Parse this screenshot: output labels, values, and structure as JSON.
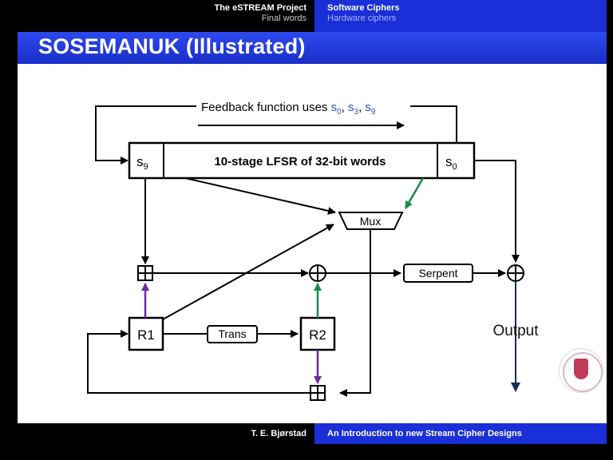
{
  "header": {
    "section": "The eSTREAM Project",
    "subsection": "Final words",
    "topic_active": "Software Ciphers",
    "topic_next": "Hardware ciphers"
  },
  "slide": {
    "title": "SOSEMANUK (Illustrated)"
  },
  "diagram": {
    "feedback_text": "Feedback function uses",
    "s0_sub": "0",
    "s3_sub": "3",
    "s9_sub": "9",
    "lfsr_label": "10-stage LFSR of 32-bit words",
    "s9_label": "s",
    "s0_label": "s",
    "mux_label": "Mux",
    "serpent_label": "Serpent",
    "r1_label": "R1",
    "r2_label": "R2",
    "trans_label": "Trans",
    "output_label": "Output"
  },
  "footer": {
    "author": "T. E. Bjørstad",
    "talk_title": "An Introduction to new Stream Cipher Designs"
  },
  "colors": {
    "header_blue": "#1a2fd8",
    "arrow_green": "#1b8a4a",
    "arrow_purple": "#6a2aa0",
    "subscript_blue": "#2a50c8"
  }
}
